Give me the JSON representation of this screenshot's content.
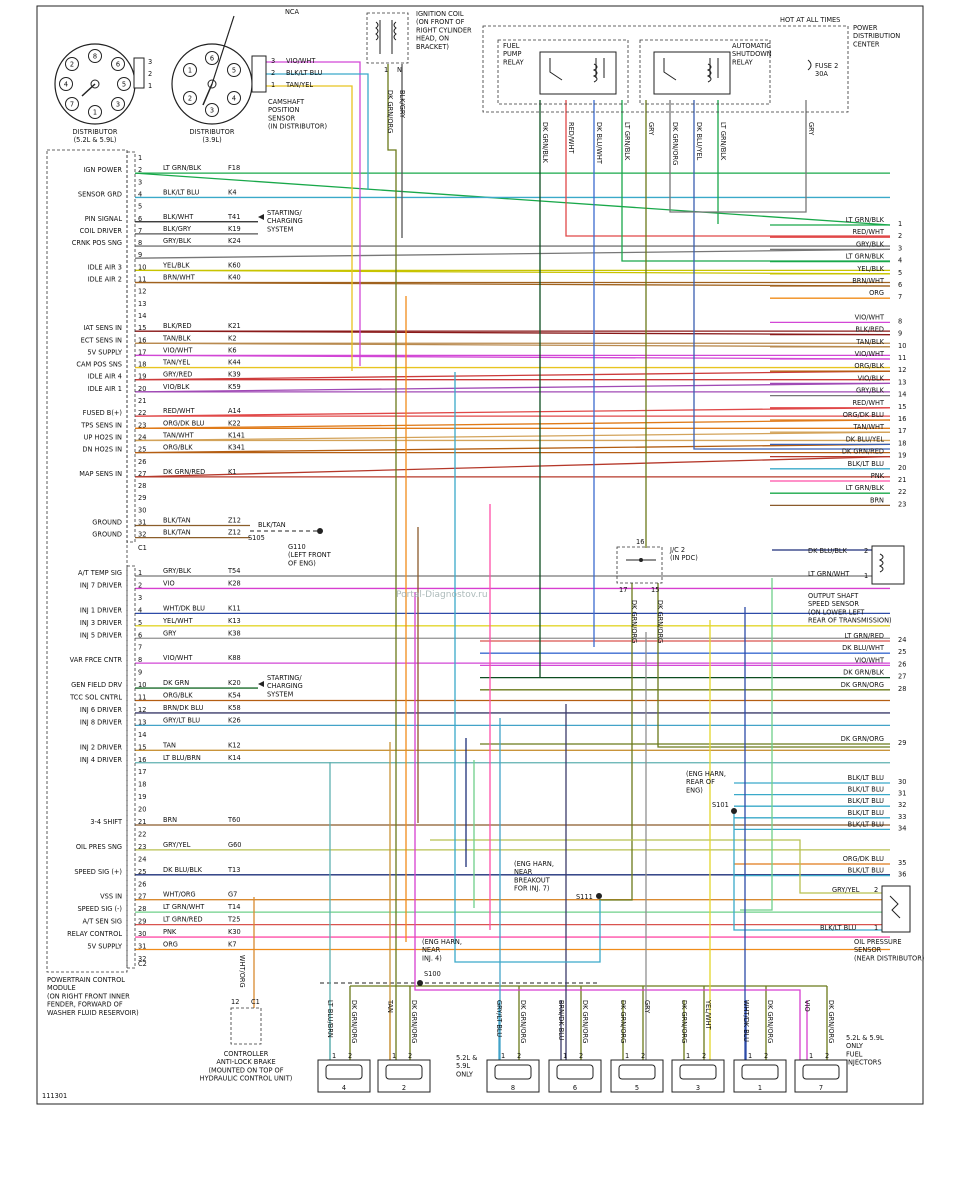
{
  "figure_id": "111301",
  "watermark": "Portal-Diagnostov.ru",
  "distributor_left": {
    "label": "DISTRIBUTOR\n(5.2L & 5.9L)",
    "pins": [
      "1",
      "2",
      "3",
      "4",
      "5",
      "6",
      "7",
      "8"
    ],
    "side_pins": [
      "3",
      "2",
      "1"
    ]
  },
  "distributor_right": {
    "label": "DISTRIBUTOR\n(3.9L)",
    "pins": [
      "1",
      "2",
      "3",
      "4",
      "5",
      "6"
    ]
  },
  "camshaft_sensor": {
    "label": "CAMSHAFT\nPOSITION\nSENSOR\n(IN DISTRIBUTOR)",
    "pins": [
      "3",
      "2",
      "1"
    ],
    "wires": [
      "VIO/WHT",
      "BLK/LT BLU",
      "TAN/YEL"
    ]
  },
  "ignition_coil": {
    "label": "IGNITION COIL\n(ON FRONT OF\nRIGHT CYLINDER\nHEAD, ON\nBRACKET)",
    "nca": "NCA",
    "pins": [
      "1",
      "N"
    ],
    "wires": [
      "DK GRN/ORG",
      "BLK/GRY"
    ]
  },
  "pdc": {
    "hot": "HOT AT ALL TIMES",
    "label": "POWER\nDISTRIBUTION\nCENTER",
    "fuel_relay": "FUEL\nPUMP\nRELAY",
    "asd_relay": "AUTOMATIC\nSHUTDOWN\nRELAY",
    "fuse": "FUSE 2\n30A",
    "wires": [
      "DK GRN/BLK",
      "RED/WHT",
      "DK BLU/WHT",
      "LT GRN/BLK",
      "GRY",
      "DK GRN/ORG",
      "DK BLU/YEL",
      "LT GRN/BLK",
      "GRY"
    ]
  },
  "pcm": {
    "label": "POWERTRAIN CONTROL\nMODULE\n(ON RIGHT FRONT INNER\nFENDER, FORWARD OF\nWASHER FLUID RESERVOIR)",
    "c1": "C1",
    "c2": "C2"
  },
  "c1_pins": [
    {
      "n": "1",
      "func": "",
      "wire": "",
      "circ": ""
    },
    {
      "n": "2",
      "func": "IGN POWER",
      "wire": "LT GRN/BLK",
      "circ": "F18"
    },
    {
      "n": "3",
      "func": "",
      "wire": "",
      "circ": ""
    },
    {
      "n": "4",
      "func": "SENSOR GRD",
      "wire": "BLK/LT BLU",
      "circ": "K4"
    },
    {
      "n": "5",
      "func": "",
      "wire": "",
      "circ": ""
    },
    {
      "n": "6",
      "func": "PIN SIGNAL",
      "wire": "BLK/WHT",
      "circ": "T41"
    },
    {
      "n": "7",
      "func": "COIL DRIVER",
      "wire": "BLK/GRY",
      "circ": "K19"
    },
    {
      "n": "8",
      "func": "CRNK POS SNG",
      "wire": "GRY/BLK",
      "circ": "K24"
    },
    {
      "n": "9",
      "func": "",
      "wire": "",
      "circ": ""
    },
    {
      "n": "10",
      "func": "IDLE AIR 3",
      "wire": "YEL/BLK",
      "circ": "K60"
    },
    {
      "n": "11",
      "func": "IDLE AIR 2",
      "wire": "BRN/WHT",
      "circ": "K40"
    },
    {
      "n": "12",
      "func": "",
      "wire": "",
      "circ": ""
    },
    {
      "n": "13",
      "func": "",
      "wire": "",
      "circ": ""
    },
    {
      "n": "14",
      "func": "",
      "wire": "",
      "circ": ""
    },
    {
      "n": "15",
      "func": "IAT SENS IN",
      "wire": "BLK/RED",
      "circ": "K21"
    },
    {
      "n": "16",
      "func": "ECT SENS IN",
      "wire": "TAN/BLK",
      "circ": "K2"
    },
    {
      "n": "17",
      "func": "5V SUPPLY",
      "wire": "VIO/WHT",
      "circ": "K6"
    },
    {
      "n": "18",
      "func": "CAM POS SNS",
      "wire": "TAN/YEL",
      "circ": "K44"
    },
    {
      "n": "19",
      "func": "IDLE AIR 4",
      "wire": "GRY/RED",
      "circ": "K39"
    },
    {
      "n": "20",
      "func": "IDLE AIR 1",
      "wire": "VIO/BLK",
      "circ": "K59"
    },
    {
      "n": "21",
      "func": "",
      "wire": "",
      "circ": ""
    },
    {
      "n": "22",
      "func": "FUSED B(+)",
      "wire": "RED/WHT",
      "circ": "A14"
    },
    {
      "n": "23",
      "func": "TPS SENS IN",
      "wire": "ORG/DK BLU",
      "circ": "K22"
    },
    {
      "n": "24",
      "func": "UP HO2S IN",
      "wire": "TAN/WHT",
      "circ": "K141"
    },
    {
      "n": "25",
      "func": "DN HO2S IN",
      "wire": "ORG/BLK",
      "circ": "K341"
    },
    {
      "n": "26",
      "func": "",
      "wire": "",
      "circ": ""
    },
    {
      "n": "27",
      "func": "MAP SENS IN",
      "wire": "DK GRN/RED",
      "circ": "K1"
    },
    {
      "n": "28",
      "func": "",
      "wire": "",
      "circ": ""
    },
    {
      "n": "29",
      "func": "",
      "wire": "",
      "circ": ""
    },
    {
      "n": "30",
      "func": "",
      "wire": "",
      "circ": ""
    },
    {
      "n": "31",
      "func": "GROUND",
      "wire": "BLK/TAN",
      "circ": "Z12"
    },
    {
      "n": "32",
      "func": "GROUND",
      "wire": "BLK/TAN",
      "circ": "Z12"
    }
  ],
  "ground": {
    "wire": "BLK/TAN",
    "splice": "S105",
    "label": "G110\n(LEFT FRONT\nOF ENG)"
  },
  "starting1": "STARTING/\nCHARGING\nSYSTEM",
  "c2_pins": [
    {
      "n": "1",
      "func": "A/T TEMP SIG",
      "wire": "GRY/BLK",
      "circ": "T54"
    },
    {
      "n": "2",
      "func": "INJ 7 DRIVER",
      "wire": "VIO",
      "circ": "K28"
    },
    {
      "n": "3",
      "func": "",
      "wire": "",
      "circ": ""
    },
    {
      "n": "4",
      "func": "INJ 1 DRIVER",
      "wire": "WHT/DK BLU",
      "circ": "K11"
    },
    {
      "n": "5",
      "func": "INJ 3 DRIVER",
      "wire": "YEL/WHT",
      "circ": "K13"
    },
    {
      "n": "6",
      "func": "INJ 5 DRIVER",
      "wire": "GRY",
      "circ": "K38"
    },
    {
      "n": "7",
      "func": "",
      "wire": "",
      "circ": ""
    },
    {
      "n": "8",
      "func": "VAR FRCE CNTR",
      "wire": "VIO/WHT",
      "circ": "K88"
    },
    {
      "n": "9",
      "func": "",
      "wire": "",
      "circ": ""
    },
    {
      "n": "10",
      "func": "GEN FIELD DRV",
      "wire": "DK GRN",
      "circ": "K20"
    },
    {
      "n": "11",
      "func": "TCC SOL CNTRL",
      "wire": "ORG/BLK",
      "circ": "K54"
    },
    {
      "n": "12",
      "func": "INJ 6 DRIVER",
      "wire": "BRN/DK BLU",
      "circ": "K58"
    },
    {
      "n": "13",
      "func": "INJ 8 DRIVER",
      "wire": "GRY/LT BLU",
      "circ": "K26"
    },
    {
      "n": "14",
      "func": "",
      "wire": "",
      "circ": ""
    },
    {
      "n": "15",
      "func": "INJ 2 DRIVER",
      "wire": "TAN",
      "circ": "K12"
    },
    {
      "n": "16",
      "func": "INJ 4 DRIVER",
      "wire": "LT BLU/BRN",
      "circ": "K14"
    },
    {
      "n": "17",
      "func": "",
      "wire": "",
      "circ": ""
    },
    {
      "n": "18",
      "func": "",
      "wire": "",
      "circ": ""
    },
    {
      "n": "19",
      "func": "",
      "wire": "",
      "circ": ""
    },
    {
      "n": "20",
      "func": "",
      "wire": "",
      "circ": ""
    },
    {
      "n": "21",
      "func": "3-4 SHIFT",
      "wire": "BRN",
      "circ": "T60"
    },
    {
      "n": "22",
      "func": "",
      "wire": "",
      "circ": ""
    },
    {
      "n": "23",
      "func": "OIL PRES SNG",
      "wire": "GRY/YEL",
      "circ": "G60"
    },
    {
      "n": "24",
      "func": "",
      "wire": "",
      "circ": ""
    },
    {
      "n": "25",
      "func": "SPEED SIG (+)",
      "wire": "DK BLU/BLK",
      "circ": "T13"
    },
    {
      "n": "26",
      "func": "",
      "wire": "",
      "circ": ""
    },
    {
      "n": "27",
      "func": "VSS IN",
      "wire": "WHT/ORG",
      "circ": "G7"
    },
    {
      "n": "28",
      "func": "SPEED SIG (-)",
      "wire": "LT GRN/WHT",
      "circ": "T14"
    },
    {
      "n": "29",
      "func": "A/T SEN SIG",
      "wire": "LT GRN/RED",
      "circ": "T25"
    },
    {
      "n": "30",
      "func": "RELAY CONTROL",
      "wire": "PNK",
      "circ": "K30"
    },
    {
      "n": "31",
      "func": "5V SUPPLY",
      "wire": "ORG",
      "circ": "K7"
    },
    {
      "n": "32",
      "func": "",
      "wire": "",
      "circ": ""
    }
  ],
  "starting2": "STARTING/\nCHARGING\nSYSTEM",
  "right_top": [
    {
      "n": "1",
      "wire": "LT GRN/BLK"
    },
    {
      "n": "2",
      "wire": "RED/WHT"
    },
    {
      "n": "3",
      "wire": "GRY/BLK"
    },
    {
      "n": "4",
      "wire": "LT GRN/BLK"
    },
    {
      "n": "5",
      "wire": "YEL/BLK"
    },
    {
      "n": "6",
      "wire": "BRN/WHT"
    },
    {
      "n": "7",
      "wire": "ORG"
    },
    {
      "n": "8",
      "wire": "VIO/WHT"
    },
    {
      "n": "9",
      "wire": "BLK/RED"
    },
    {
      "n": "10",
      "wire": "TAN/BLK"
    },
    {
      "n": "11",
      "wire": "VIO/WHT"
    },
    {
      "n": "12",
      "wire": "ORG/BLK"
    },
    {
      "n": "13",
      "wire": "VIO/BLK"
    },
    {
      "n": "14",
      "wire": "GRY/BLK"
    },
    {
      "n": "15",
      "wire": "RED/WHT"
    },
    {
      "n": "16",
      "wire": "ORG/DK BLU"
    },
    {
      "n": "17",
      "wire": "TAN/WHT"
    },
    {
      "n": "18",
      "wire": "DK BLU/YEL"
    },
    {
      "n": "19",
      "wire": "DK GRN/RED"
    },
    {
      "n": "20",
      "wire": "BLK/LT BLU"
    },
    {
      "n": "21",
      "wire": "PNK"
    },
    {
      "n": "22",
      "wire": "LT GRN/BLK"
    },
    {
      "n": "23",
      "wire": "BRN"
    }
  ],
  "jc2": {
    "label": "J/C 2\n(IN PDC)",
    "pins": [
      "16",
      "17",
      "15"
    ],
    "wires": [
      "DK GRN/ORG",
      "DK GRN/ORG"
    ]
  },
  "output_shaft": {
    "label": "OUTPUT SHAFT\nSPEED SENSOR\n(ON LOWER LEFT\nREAR OF TRANSMISSION)",
    "wires": [
      "DK BLU/BLK",
      "LT GRN/WHT"
    ],
    "pins": [
      "2",
      "1"
    ]
  },
  "right_mid": [
    {
      "n": "24",
      "wire": "LT GRN/RED"
    },
    {
      "n": "25",
      "wire": "DK BLU/WHT"
    },
    {
      "n": "26",
      "wire": "VIO/WHT"
    },
    {
      "n": "27",
      "wire": "DK GRN/BLK"
    },
    {
      "n": "28",
      "wire": "DK GRN/ORG"
    },
    {
      "n": "29",
      "wire": "DK GRN/ORG"
    }
  ],
  "s101": {
    "label": "(ENG HARN,\nREAR OF\nENG)",
    "id": "S101"
  },
  "right_low": [
    {
      "n": "30",
      "wire": "BLK/LT BLU"
    },
    {
      "n": "31",
      "wire": "BLK/LT BLU"
    },
    {
      "n": "32",
      "wire": "BLK/LT BLU"
    },
    {
      "n": "33",
      "wire": "BLK/LT BLU"
    },
    {
      "n": "34",
      "wire": "BLK/LT BLU"
    },
    {
      "n": "35",
      "wire": "ORG/DK BLU"
    },
    {
      "n": "36",
      "wire": "BLK/LT BLU"
    }
  ],
  "s111": {
    "label": "(ENG HARN,\nNEAR\nBREAKOUT\nFOR INJ. 7)",
    "id": "S111"
  },
  "s100": {
    "label": "(ENG HARN,\nNEAR\nINJ. 4)",
    "id": "S100"
  },
  "oil_sensor": {
    "label": "OIL PRESSURE\nSENSOR\n(NEAR DISTRIBUTOR)",
    "wires": [
      "GRY/YEL",
      "BLK/LT BLU"
    ],
    "pins": [
      "2",
      "1"
    ]
  },
  "abs": {
    "label": "CONTROLLER\nANTI-LOCK BRAKE\n(MOUNTED ON TOP OF\nHYDRAULIC CONTROL UNIT)",
    "wire": "WHT/ORG",
    "pins": [
      "12",
      "C1"
    ]
  },
  "injectors": [
    {
      "num": "4",
      "w1": "LT BLU/BRN",
      "w2": "DK GRN/ORG"
    },
    {
      "num": "2",
      "w1": "TAN",
      "w2": "DK GRN/ORG"
    },
    {
      "num": "8",
      "w1": "GRY/LT BLU",
      "w2": "DK GRN/ORG"
    },
    {
      "num": "6",
      "w1": "BRN/DK BLU",
      "w2": "DK GRN/ORG"
    },
    {
      "num": "5",
      "w1": "DK GRN/ORG",
      "w2": "GRY"
    },
    {
      "num": "3",
      "w1": "DK GRN/ORG",
      "w2": "YEL/WHT"
    },
    {
      "num": "1",
      "w1": "WHT/DK BLU",
      "w2": "DK GRN/ORG"
    },
    {
      "num": "7",
      "w1": "VIO",
      "w2": "DK GRN/ORG"
    }
  ],
  "inj8_note": "5.2L &\n5.9L\nONLY",
  "inj7_note": "5.2L & 5.9L\nONLY\nFUEL\nINJECTORS",
  "colors": {
    "LT GRN/BLK": "#19a84a",
    "BLK/LT BLU": "#3aa9c9",
    "BLK/WHT": "#222222",
    "BLK/GRY": "#555555",
    "GRY/BLK": "#777777",
    "YEL/BLK": "#c8c400",
    "BRN/WHT": "#a0621e",
    "BLK/RED": "#8a1a1a",
    "TAN/BLK": "#b98a4f",
    "VIO/WHT": "#d247d6",
    "TAN/YEL": "#e8c420",
    "GRY/RED": "#cc3b3b",
    "VIO/BLK": "#a04ab5",
    "RED/WHT": "#e04848",
    "ORG/DK BLU": "#e07b1a",
    "TAN/WHT": "#d3a35a",
    "ORG/BLK": "#b45e12",
    "DK GRN/RED": "#b5382a",
    "BLK/TAN": "#8b5e2a",
    "VIO": "#d73fd0",
    "WHT/DK BLU": "#2d4ba8",
    "YEL/WHT": "#e3d62b",
    "GRY": "#909090",
    "DK GRN": "#1a6b2a",
    "BRN/DK BLU": "#3b3b6a",
    "GRY/LT BLU": "#43a3c8",
    "TAN": "#c9943a",
    "LT BLU/BRN": "#5fb0b0",
    "BRN": "#8b5a2b",
    "GRY/YEL": "#b8c050",
    "DK BLU/BLK": "#1d2f7a",
    "WHT/ORG": "#d98a30",
    "LT GRN/WHT": "#6fd08a",
    "LT GRN/RED": "#d9534f",
    "PNK": "#ff4fa8",
    "ORG": "#f08c1a",
    "DK GRN/ORG": "#6b7a1a",
    "DK BLU/YEL": "#3a5fb0",
    "DK GRN/BLK": "#0d4d20",
    "DK BLU/WHT": "#3b6bd0",
    "LT GRN/WHT2": "#63c8a0"
  }
}
